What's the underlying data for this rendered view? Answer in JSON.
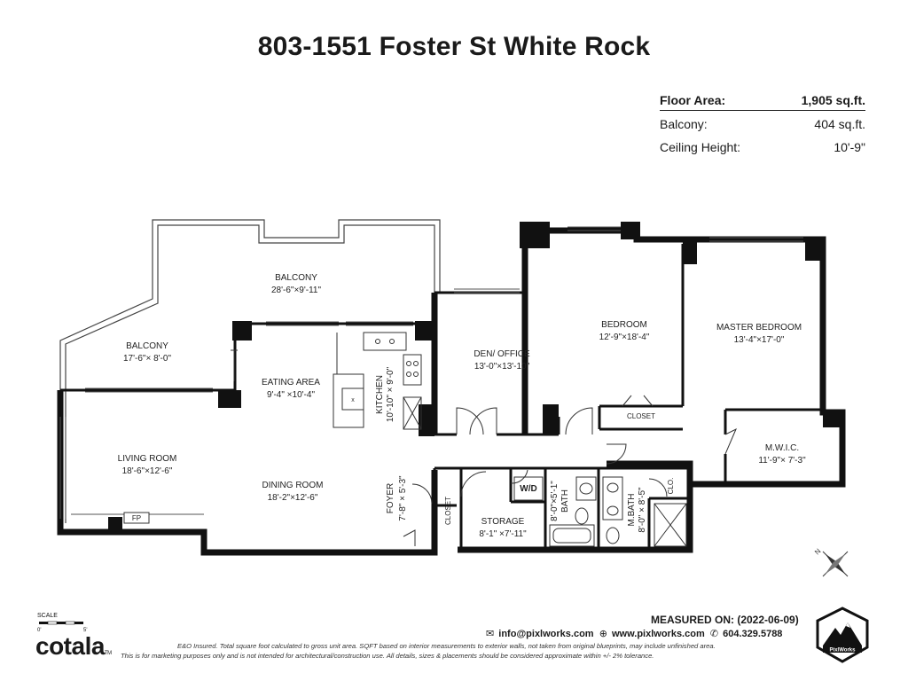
{
  "title": "803-1551 Foster St White Rock",
  "stats": {
    "floor_area_label": "Floor Area:",
    "floor_area_value": "1,905 sq.ft.",
    "balcony_label": "Balcony:",
    "balcony_value": "404 sq.ft.",
    "ceiling_label": "Ceiling Height:",
    "ceiling_value": "10'-9\""
  },
  "rooms": {
    "balcony_top_name": "BALCONY",
    "balcony_top_dim": "28'-6\"×9'-11\"",
    "balcony_left_name": "BALCONY",
    "balcony_left_dim": "17'-6\"× 8'-0\"",
    "eating_name": "EATING AREA",
    "eating_dim": "9'-4\" ×10'-4\"",
    "kitchen_name": "KITCHEN",
    "kitchen_dim": "10'-10\" × 9'-0\"",
    "den_name": "DEN/ OFFICE",
    "den_dim": "13'-0\"×13'-10\"",
    "bedroom_name": "BEDROOM",
    "bedroom_dim": "12'-9\"×18'-4\"",
    "master_name": "MASTER BEDROOM",
    "master_dim": "13'-4\"×17'-0\"",
    "closet_bed": "CLOSET",
    "mwic_name": "M.W.I.C.",
    "mwic_dim": "11'-9\"× 7'-3\"",
    "living_name": "LIVING ROOM",
    "living_dim": "18'-6\"×12'-6\"",
    "dining_name": "DINING ROOM",
    "dining_dim": "18'-2\"×12'-6\"",
    "foyer_name": "FOYER",
    "foyer_dim": "7'-8\" × 5'-3\"",
    "closet_foyer": "CLOSET",
    "wd": "W/D",
    "storage_name": "STORAGE",
    "storage_dim": "8'-1\" ×7'-11\"",
    "bath_name": "BATH",
    "bath_dim": "8'-0\"×5'-1\"",
    "mbath_name": "M.BATH",
    "mbath_dim": "8'-0\" × 8'-5\"",
    "clo": "CLO.",
    "fp": "FP"
  },
  "compass": {
    "label": "N"
  },
  "scale": {
    "label": "SCALE",
    "zero": "0'",
    "five": "5'"
  },
  "footer": {
    "brand": "cotala",
    "brand_tm": "TM",
    "measured": "MEASURED ON: (2022-06-09)",
    "email": "info@pixlworks.com",
    "web": "www.pixlworks.com",
    "phone": "604.329.5788",
    "disclaimer_1": "E&O Insured.  Total square foot calculated to gross unit area.  SQFT based on interior measurements to exterior walls, not taken from original blueprints, may include unfinished area.",
    "disclaimer_2": "This is for marketing purposes only and is not intended for architectural/construction use.  All details, sizes & placements should be considered approximate within +/- 2%  tolerance.",
    "logo_text": "PixlWorks"
  },
  "icons": [
    "mail-icon",
    "globe-icon",
    "phone-icon",
    "compass-icon",
    "mountain-logo-icon"
  ],
  "colors": {
    "wall": "#111111",
    "thin_line": "#444444",
    "text": "#1a1a1a"
  }
}
